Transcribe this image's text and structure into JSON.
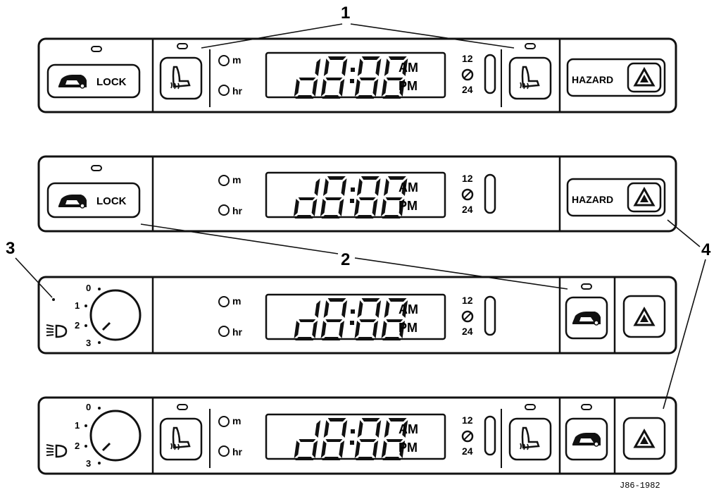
{
  "callouts": {
    "one": "1",
    "two": "2",
    "three": "3",
    "four": "4"
  },
  "labels": {
    "lock": "LOCK",
    "hazard": "HAZARD",
    "m": "m",
    "hr": "hr",
    "time": "88:88",
    "am": "AM",
    "pm": "PM",
    "h12": "12",
    "h24": "24",
    "dial0": "0",
    "dial1": "1",
    "dial2": "2",
    "dial3": "3",
    "reference": "J86-1982"
  },
  "panels": [
    {
      "id": "panel-1",
      "left": "lock",
      "right": "hazard",
      "heated_seats": true
    },
    {
      "id": "panel-2",
      "left": "lock",
      "right": "hazard",
      "heated_seats": false
    },
    {
      "id": "panel-3",
      "left": "dimmer",
      "right": "lock+hazard-icon",
      "heated_seats": false
    },
    {
      "id": "panel-4",
      "left": "dimmer",
      "right": "lock+hazard-icon",
      "heated_seats": true
    }
  ]
}
